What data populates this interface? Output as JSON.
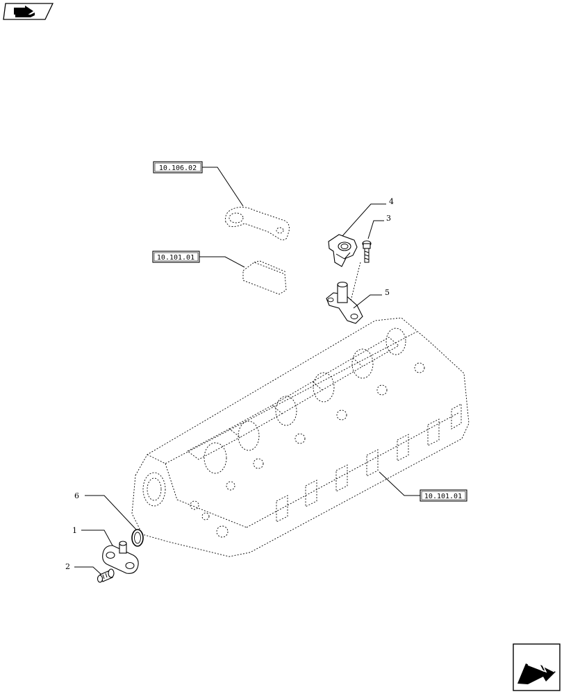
{
  "references": {
    "ref_rocker_arm": "10.106.02",
    "ref_rocker_pad": "10.101.01",
    "ref_cylinder_head": "10.101.01"
  },
  "callouts": {
    "c1": "1",
    "c2": "2",
    "c3": "3",
    "c4": "4",
    "c5": "5",
    "c6": "6"
  },
  "icons": {
    "top_left": "previous-page-icon",
    "bottom_right": "next-page-icon"
  }
}
